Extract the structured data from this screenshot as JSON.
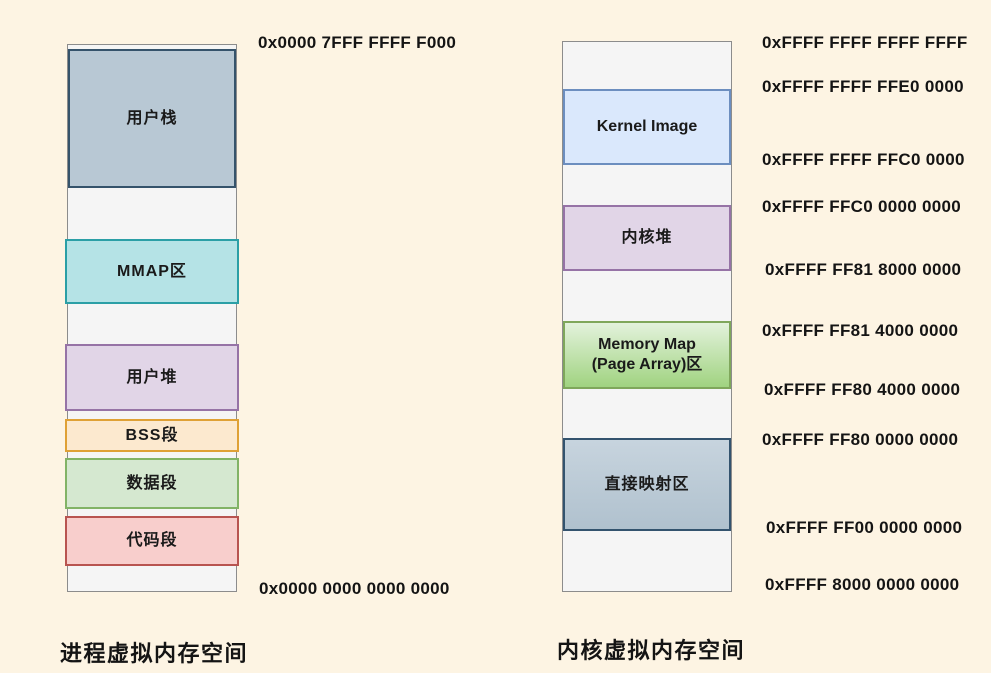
{
  "process_space": {
    "title": "进程虚拟内存空间",
    "top_address": "0x0000 7FFF FFFF F000",
    "bottom_address": "0x0000 0000 0000 0000",
    "segments": {
      "user_stack": "用户栈",
      "mmap": "MMAP区",
      "user_heap": "用户堆",
      "bss": "BSS段",
      "data": "数据段",
      "code": "代码段"
    }
  },
  "kernel_space": {
    "title": "内核虚拟内存空间",
    "segments": {
      "kernel_image": "Kernel Image",
      "kernel_heap": "内核堆",
      "memory_map_line1": "Memory Map",
      "memory_map_line2": "(Page Array)区",
      "direct_map": "直接映射区"
    },
    "addresses": [
      "0xFFFF FFFF FFFF FFFF",
      "0xFFFF FFFF FFE0 0000",
      "0xFFFF FFFF FFC0 0000",
      "0xFFFF FFC0 0000 0000",
      "0xFFFF FF81 8000 0000",
      "0xFFFF FF81 4000 0000",
      "0xFFFF FF80 4000 0000",
      "0xFFFF FF80 0000 0000",
      "0xFFFF FF00 0000 0000",
      "0xFFFF 8000 0000 0000"
    ]
  },
  "colors": {
    "background": "#FDF4E3",
    "empty_block_fill": "#F5F5F5",
    "empty_block_border": "#8C8C8C",
    "stack_fill": "#B8C8D4",
    "stack_border": "#35536B",
    "mmap_fill": "#B5E3E6",
    "mmap_border": "#2B9FA6",
    "heap_fill": "#E1D5E7",
    "heap_border": "#9673A6",
    "bss_fill": "#FCE9CF",
    "bss_border": "#DFA136",
    "data_fill": "#D5E8D0",
    "data_border": "#82B366",
    "code_fill": "#F8CECC",
    "code_border": "#B85450",
    "kernel_image_fill": "#DAE8FC",
    "kernel_image_border": "#6C8EBF",
    "memory_map_border": "#7FA75B",
    "text": "#141414"
  }
}
